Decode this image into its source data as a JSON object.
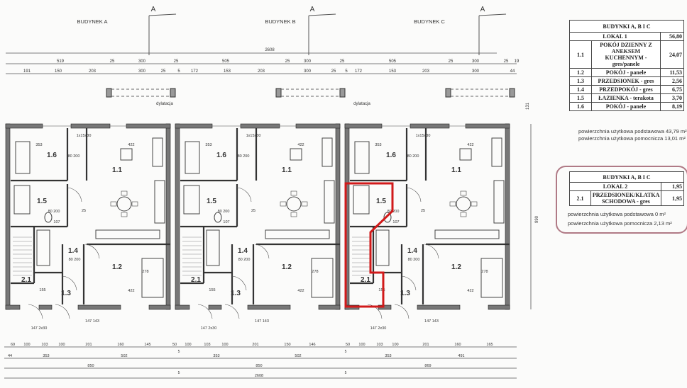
{
  "buildings": [
    "BUDYNEK A",
    "BUDYNEK B",
    "BUDYNEK C"
  ],
  "section_marker": "A",
  "expansion_joint": "dylatacja",
  "top_dims": {
    "total": "2608",
    "row1": [
      "519",
      "25",
      "300",
      "25",
      "505",
      "25",
      "300",
      "25",
      "505",
      "25",
      "300",
      "25",
      "19"
    ],
    "row2": [
      "191",
      "150",
      "203",
      "300",
      "25",
      "5",
      "172",
      "153",
      "203",
      "300",
      "25",
      "5",
      "172",
      "153",
      "203",
      "300",
      "44"
    ]
  },
  "bottom_dims": {
    "row1": [
      "69",
      "100",
      "103",
      "100",
      "201",
      "160",
      "145",
      "50",
      "100",
      "103",
      "100",
      "201",
      "150",
      "146",
      "50",
      "100",
      "103",
      "100",
      "201",
      "160",
      "165"
    ],
    "row2": [
      "44",
      "353",
      "502",
      "353",
      "502",
      "353",
      "491"
    ],
    "row3": [
      "850",
      "850",
      "869"
    ],
    "row4": [
      "2608"
    ],
    "offsets": [
      "5",
      "5",
      "5",
      "5"
    ]
  },
  "side_dims": [
    "131",
    "990"
  ],
  "rooms": [
    "1.6",
    "1.1",
    "1.5",
    "1.4",
    "1.2",
    "2.1",
    "1.3"
  ],
  "inner_dims": [
    "353",
    "422",
    "80 200",
    "80 200",
    "80 200",
    "107",
    "25",
    "155",
    "422",
    "278",
    "1x15x30",
    "147 143",
    "147 2x30"
  ],
  "lokal1_table": {
    "header": "BUDYNKI A, B I C",
    "title": "LOKAL 1",
    "total": "56,80",
    "rows": [
      {
        "id": "1.1",
        "name": "POKÓJ DZIENNY Z ANEKSEM KUCHENNYM - gres/panele",
        "area": "24,07"
      },
      {
        "id": "1.2",
        "name": "POKÓJ - panele",
        "area": "11,53"
      },
      {
        "id": "1.3",
        "name": "PRZEDSIONEK - gres",
        "area": "2,56"
      },
      {
        "id": "1.4",
        "name": "PRZEDPOKÓJ - gres",
        "area": "6,75"
      },
      {
        "id": "1.5",
        "name": "ŁAZIENKA - terakota",
        "area": "3,70"
      },
      {
        "id": "1.6",
        "name": "POKÓJ - panele",
        "area": "8,19"
      }
    ],
    "note_primary": "powierzchnia użytkowa podstawowa 43,79 m²",
    "note_secondary": "powierzchnia użytkowa pomocnicza 13,01 m²"
  },
  "lokal2_table": {
    "header": "BUDYNKI A, B I C",
    "title": "LOKAL 2",
    "total": "1,95",
    "rows": [
      {
        "id": "2.1",
        "name": "PRZEDSIONEK/KLATKA SCHODOWA - gres",
        "area": "1,95"
      }
    ],
    "note_primary": "powierzchnia użytkowa podstawowa 0 m²",
    "note_secondary": "powierzchnia użytkowa pomocnicza 2,13 m²"
  },
  "colors": {
    "wall": "#333333",
    "line": "#555555",
    "highlight": "#d11a1a",
    "frame": "#b07a86"
  }
}
